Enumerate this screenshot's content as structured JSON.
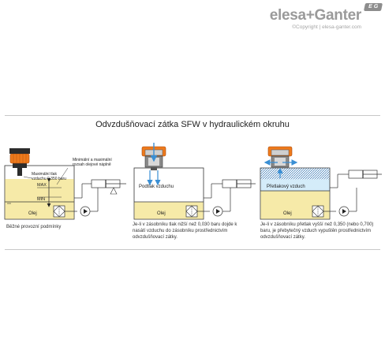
{
  "header": {
    "brand_logo_text": "elesa+Ganter",
    "copyright": "©Copyright | elesa-ganter.com",
    "badge": "E G"
  },
  "title": "Odvzdušňovací zátka SFW v hydraulickém okruhu",
  "panels": [
    {
      "labels": {
        "max_pressure": "Maximální tlak vzduchu 0,350 baru",
        "oil_level_range": "Minimální a maximální rozsah olejové náplně",
        "max": "MAX",
        "min": "MIN",
        "oil": "Olej"
      },
      "caption": "Běžné provozní podmínky"
    },
    {
      "labels": {
        "air": "Podtlak vzduchu",
        "oil": "Olej"
      },
      "caption": "Je-li v zásobníku tlak nižší než 0,030 baru dojde k nasátí vzduchu do zásobníku prostřednictvím odvzdušňovací zátky."
    },
    {
      "labels": {
        "air": "Přetlakový vzduch",
        "oil": "Olej"
      },
      "caption": "Je-li v zásobníku přetlak vyšší než 0,350 (nebo 0,700) baru, je přebytečný vzduch vypuštěn prostřednictvím odvzdušňovací zátky."
    }
  ],
  "colors": {
    "oil_yellow": "#f6eaa8",
    "air_blue": "#d4ecf9",
    "cap_orange": "#ee7a1c",
    "arrow_blue": "#3a8fd4"
  }
}
